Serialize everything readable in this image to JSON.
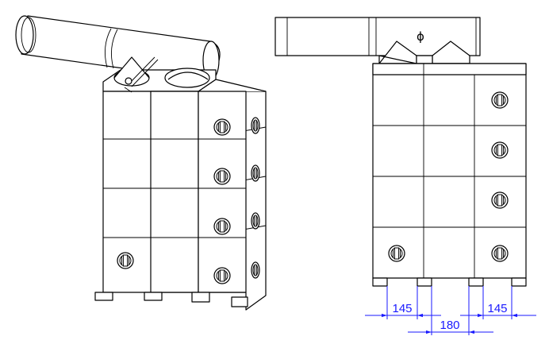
{
  "dimensions": {
    "left_width": "145",
    "right_width": "145",
    "spacing": "180"
  },
  "symbols": {
    "diameter": "ϕ"
  },
  "colors": {
    "outline": "#000000",
    "dimension": "#1a1aff",
    "background": "#ffffff"
  }
}
